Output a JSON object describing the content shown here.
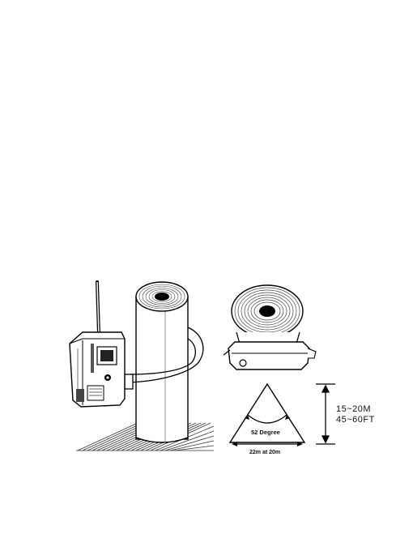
{
  "range_diagram": {
    "distance_m": "15~20M",
    "distance_ft": "45~60FT",
    "angle_label": "52 Degree",
    "width_label": "22m at 20m"
  }
}
